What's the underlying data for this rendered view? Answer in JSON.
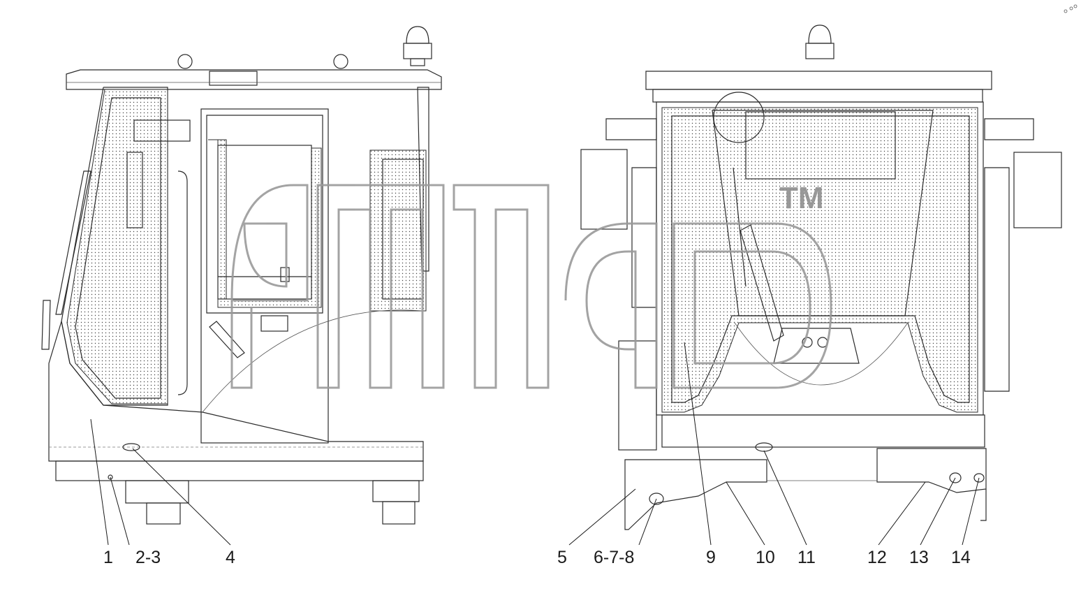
{
  "watermark": {
    "mark": "TM"
  },
  "left_view": {
    "callouts": [
      "1",
      "2-3",
      "4"
    ]
  },
  "right_view": {
    "callouts": [
      "5",
      "6-7-8",
      "9",
      "10",
      "11",
      "12",
      "13",
      "14"
    ]
  }
}
